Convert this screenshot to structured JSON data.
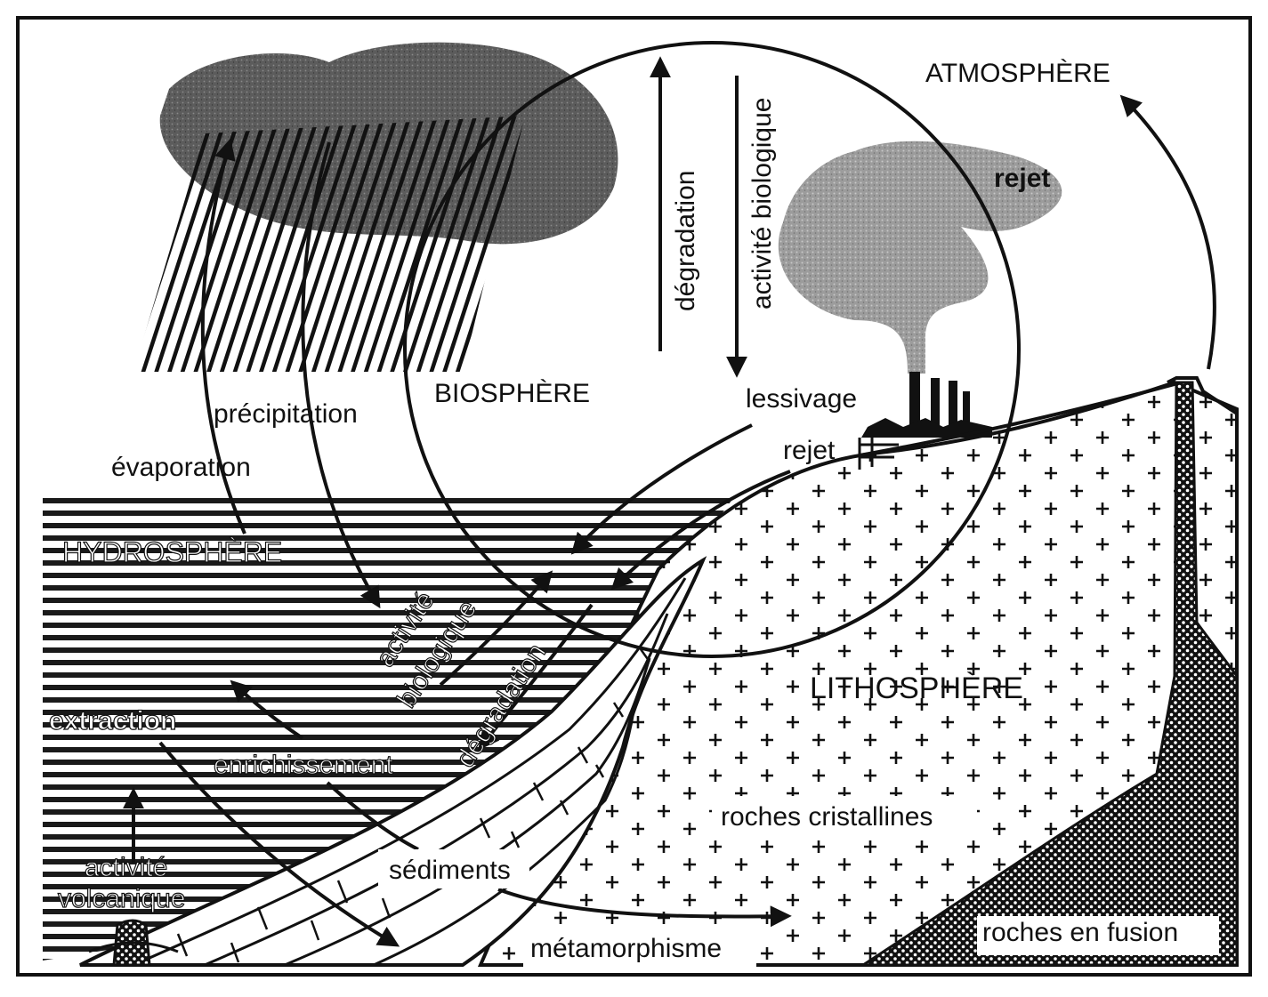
{
  "spheres": {
    "atmosphere": "ATMOSPHÈRE",
    "biosphere": "BIOSPHÈRE",
    "hydrosphere": "HYDROSPHÈRE",
    "lithosphere": "LITHOSPHÈRE"
  },
  "processes": {
    "degradation_vertical": "dégradation",
    "biological_activity_vertical": "activité biologique",
    "emission_cloud": "rejet",
    "leaching": "lessivage",
    "emission_factory": "rejet",
    "precipitation": "précipitation",
    "evaporation": "évaporation",
    "biological_activity_diag_1": "activité",
    "biological_activity_diag_2": "biologique",
    "degradation_diag": "dégradation",
    "extraction": "extraction",
    "enrichment": "enrichissement",
    "volcanic_activity_1": "activité",
    "volcanic_activity_2": "volcanique",
    "metamorphism": "métamorphisme"
  },
  "materials": {
    "crystalline_rocks": "roches cristallines",
    "sediments": "sédiments",
    "molten_rocks": "roches en fusion"
  },
  "colors": {
    "ink": "#111111",
    "paper": "#ffffff",
    "cloud": "#6a6a6a",
    "smoke": "#a0a0a0"
  }
}
